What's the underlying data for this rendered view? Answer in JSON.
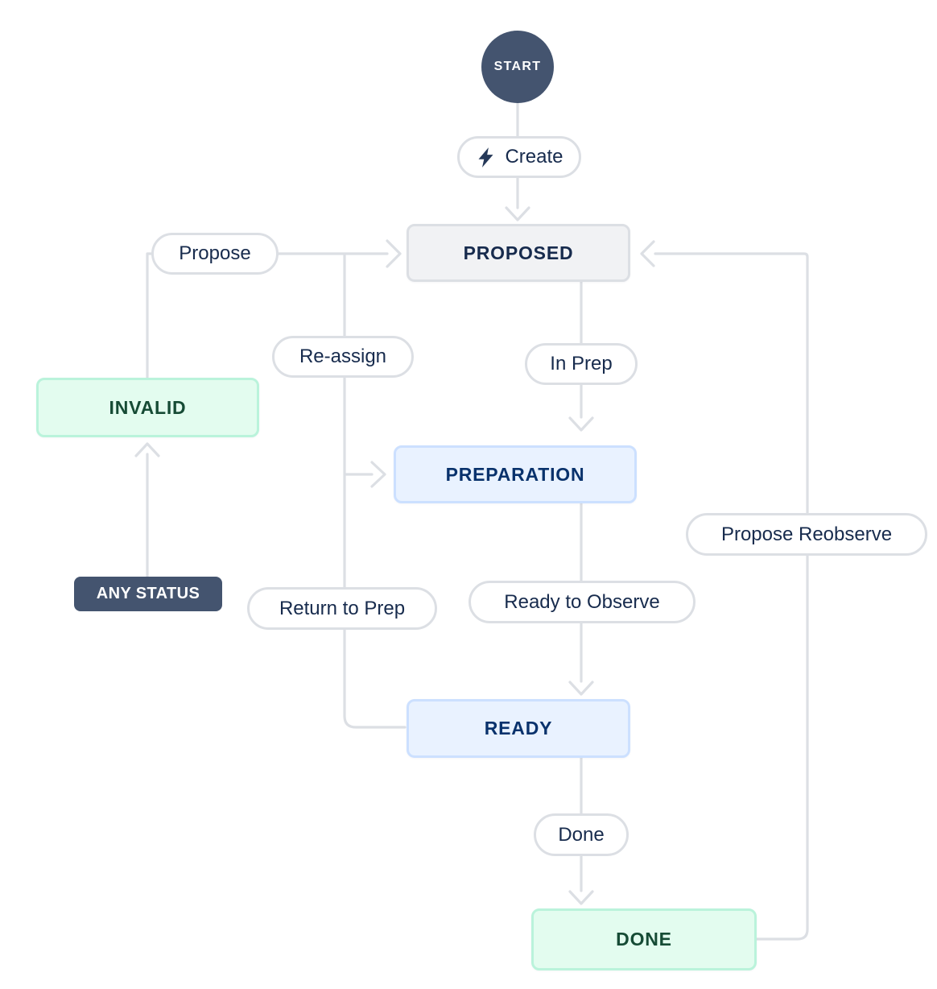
{
  "diagram_type": "workflow-status-diagram",
  "colors": {
    "background": "#FFFFFF",
    "connector_line": "#DCDFE4",
    "start_circle": "#44546F",
    "any_status_chip": "#44546F",
    "neutral_box_bg": "#F1F2F4",
    "neutral_box_border": "#DCDFE4",
    "neutral_box_text": "#172B4D",
    "blue_box_bg": "#E9F2FF",
    "blue_box_border": "#CCE0FF",
    "blue_box_text": "#09326C",
    "green_box_bg": "#E3FCEF",
    "green_box_border": "#BAF3DB",
    "green_box_text": "#164B35",
    "pill_bg": "#FFFFFF",
    "pill_border": "#DCDFE4",
    "pill_text": "#172B4D"
  },
  "nodes": {
    "start": {
      "label": "START",
      "category": "start"
    },
    "proposed": {
      "label": "PROPOSED",
      "category": "neutral"
    },
    "preparation": {
      "label": "PREPARATION",
      "category": "in-progress"
    },
    "ready": {
      "label": "READY",
      "category": "in-progress"
    },
    "invalid": {
      "label": "INVALID",
      "category": "done"
    },
    "done": {
      "label": "DONE",
      "category": "done"
    },
    "any_status": {
      "label": "ANY STATUS",
      "category": "any"
    }
  },
  "transitions": {
    "create": {
      "label": "Create",
      "icon": "lightning-icon",
      "from": "start",
      "to": "proposed"
    },
    "propose": {
      "label": "Propose",
      "from": "invalid",
      "to": "proposed"
    },
    "reassign": {
      "label": "Re-assign",
      "from": "preparation",
      "to": "proposed"
    },
    "in_prep": {
      "label": "In Prep",
      "from": "proposed",
      "to": "preparation"
    },
    "ready_to_observe": {
      "label": "Ready to Observe",
      "from": "preparation",
      "to": "ready"
    },
    "return_to_prep": {
      "label": "Return to Prep",
      "from": "ready",
      "to": "preparation"
    },
    "done": {
      "label": "Done",
      "from": "ready",
      "to": "done"
    },
    "propose_reobserve": {
      "label": "Propose Reobserve",
      "from": "done",
      "to": "proposed"
    },
    "any_to_invalid": {
      "label": "",
      "from": "any_status",
      "to": "invalid"
    }
  }
}
